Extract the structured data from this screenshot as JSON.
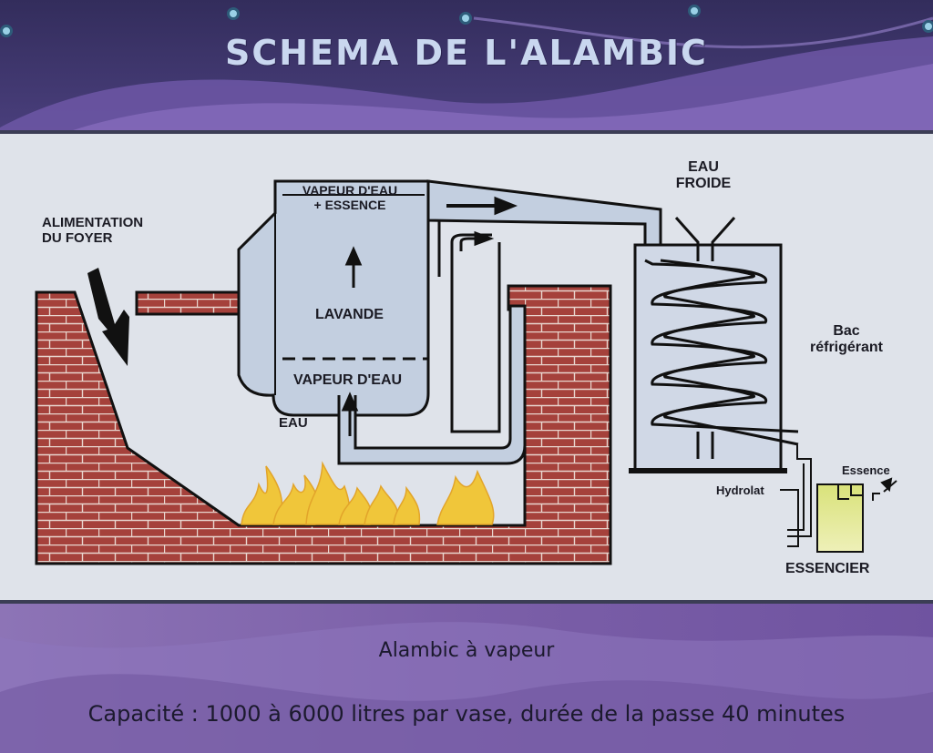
{
  "title": "SCHEMA DE L'ALAMBIC",
  "labels": {
    "alimentation": "ALIMENTATION\nDU FOYER",
    "vapeur_essence": "VAPEUR D'EAU\n+ ESSENCE",
    "lavande": "LAVANDE",
    "vapeur_eau": "VAPEUR D'EAU",
    "eau": "EAU",
    "eau_froide": "EAU\nFROIDE",
    "bac": "Bac\nréfrigérant",
    "essence": "Essence",
    "hydrolat": "Hydrolat",
    "essencier": "ESSENCIER"
  },
  "caption": "Alambic à vapeur",
  "capacity": "Capacité : 1000 à 6000 litres par vase, durée de la passe 40 minutes",
  "colors": {
    "background": "#3a3263",
    "panel": "#dfe3ea",
    "brick": "#a5413b",
    "flame": "#f0c63a",
    "title": "#c9d7ef"
  }
}
